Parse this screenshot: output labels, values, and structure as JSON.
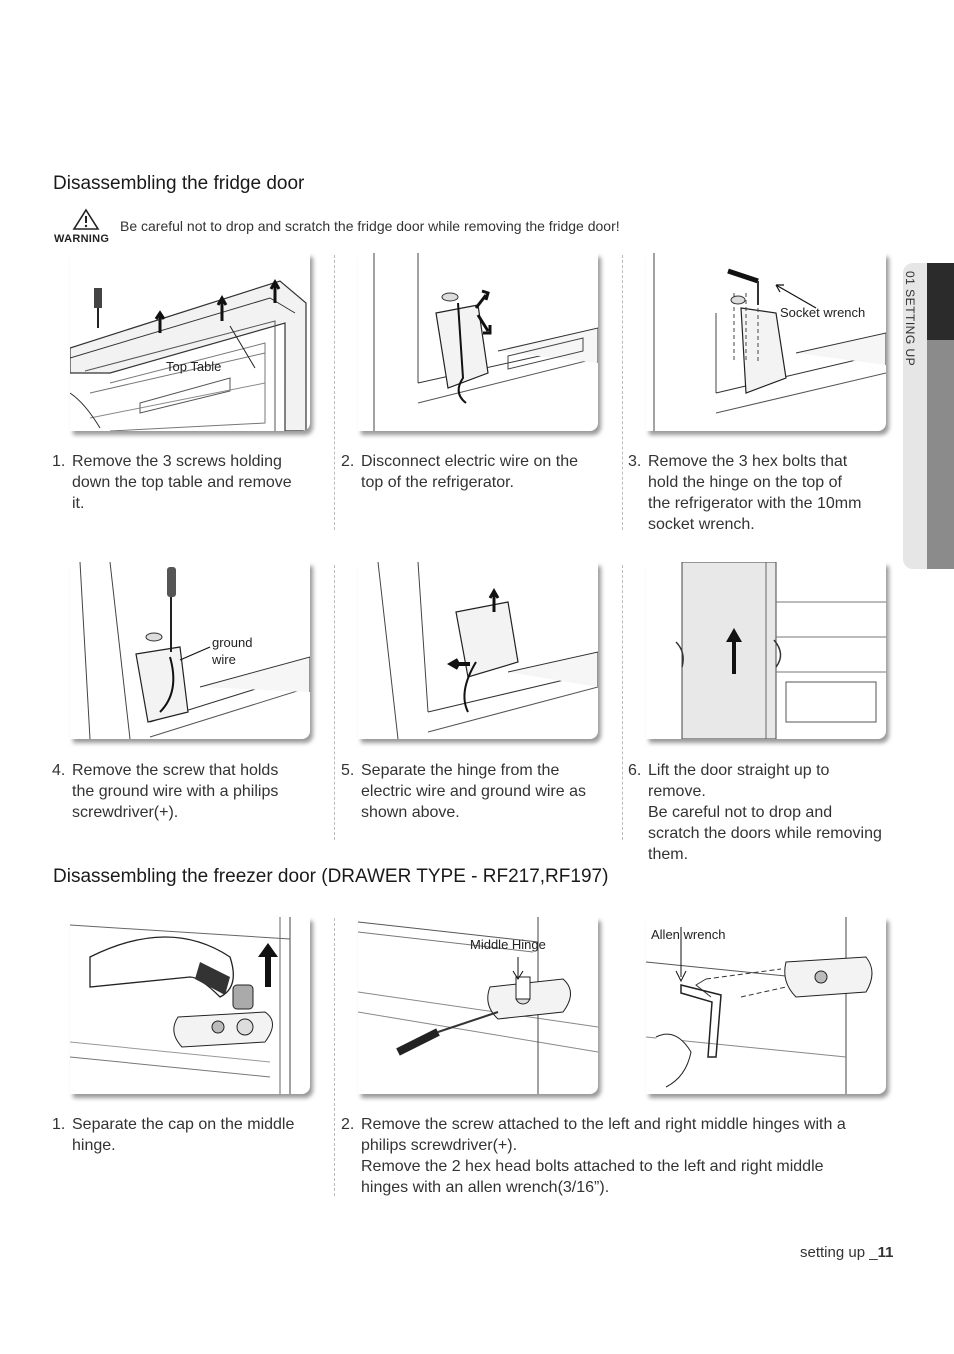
{
  "side_tab": {
    "label": "01 SETTING UP"
  },
  "fridge_section": {
    "title": "Disassembling the fridge door",
    "warning": {
      "label": "WARNING",
      "text": "Be careful not to drop and scratch the fridge door while removing the fridge door!"
    },
    "steps": [
      {
        "num": "1.",
        "lines": [
          "Remove the 3 screws holding",
          "down the top table and remove",
          "it."
        ],
        "callouts": [
          "Top Table"
        ]
      },
      {
        "num": "2.",
        "lines": [
          "Disconnect electric wire on the",
          "top of the refrigerator."
        ],
        "callouts": []
      },
      {
        "num": "3.",
        "lines": [
          "Remove the 3 hex bolts that",
          "hold the hinge on the top of",
          "the refrigerator with the 10mm",
          "socket wrench."
        ],
        "callouts": [
          "Socket wrench"
        ]
      },
      {
        "num": "4.",
        "lines": [
          "Remove the screw that holds",
          "the ground wire with a philips",
          "screwdriver(+)."
        ],
        "callouts": [
          "ground",
          "wire"
        ]
      },
      {
        "num": "5.",
        "lines": [
          "Separate the hinge from the",
          "electric wire and ground wire as",
          "shown above."
        ],
        "callouts": []
      },
      {
        "num": "6.",
        "lines": [
          "Lift the door straight up to",
          "remove.",
          "Be careful not to drop and",
          "scratch the doors while removing",
          "them."
        ],
        "callouts": []
      }
    ]
  },
  "freezer_section": {
    "title": "Disassembling the freezer door (DRAWER TYPE - RF217,RF197)",
    "steps": [
      {
        "num": "1.",
        "lines": [
          "Separate the cap on the middle",
          "hinge."
        ],
        "callouts": []
      },
      {
        "num": "2.",
        "lines": [
          "Remove the screw attached to the left and right middle hinges with a",
          "philips screwdriver(+).",
          "Remove the 2 hex head bolts attached to the left and right middle",
          "hinges with an allen wrench(3/16”)."
        ],
        "callouts": [
          "Middle Hinge",
          "Allen wrench"
        ]
      }
    ]
  },
  "footer": {
    "section": "setting up _",
    "page": "11"
  }
}
